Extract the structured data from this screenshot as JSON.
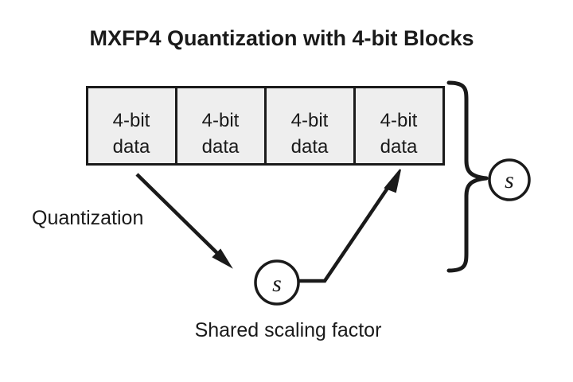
{
  "diagram": {
    "title": "MXFP4 Quantization with 4-bit Blocks",
    "background_color": "#ffffff",
    "line_color": "#1a1a1a",
    "block_fill_color": "#eeeeee",
    "blocks": [
      {
        "line1": "4-bit",
        "line2": "data"
      },
      {
        "line1": "4-bit",
        "line2": "data"
      },
      {
        "line1": "4-bit",
        "line2": "data"
      },
      {
        "line1": "4-bit",
        "line2": "data"
      }
    ],
    "annotations": {
      "quantization_label": "Quantization",
      "shared_scaling_label": "Shared scaling factor"
    },
    "scale_symbol": "s",
    "brace": {
      "name": "block-group-brace"
    }
  }
}
